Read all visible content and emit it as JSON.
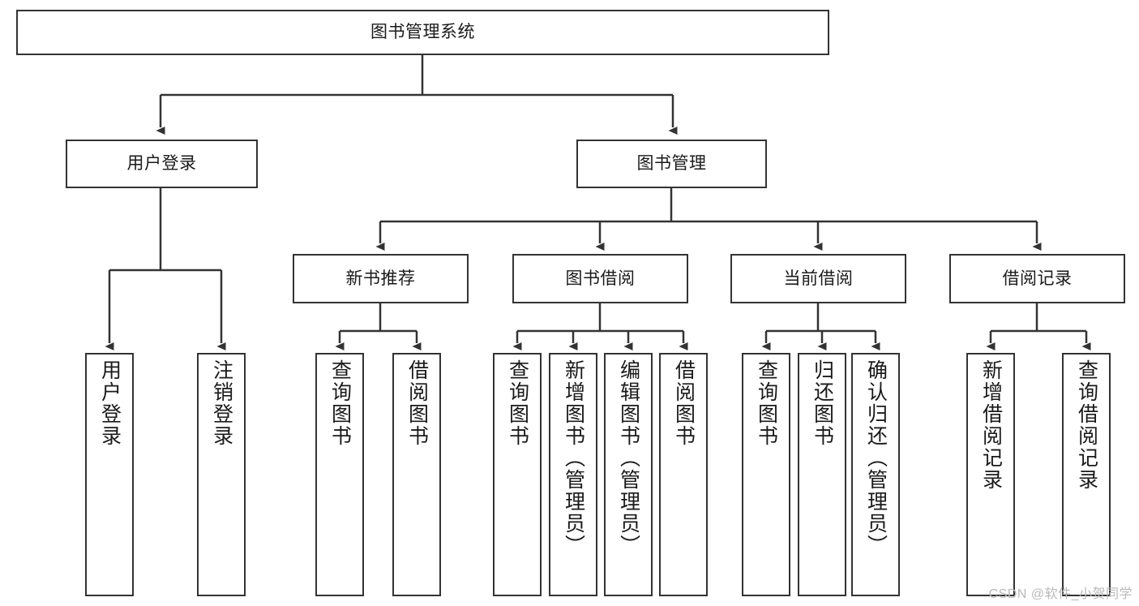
{
  "diagram": {
    "title": "图书管理系统",
    "type": "tree-hierarchy",
    "watermark": "CSDN @软件_小贺同学",
    "colors": {
      "background": "#ffffff",
      "box_border": "#333333",
      "box_fill": "#ffffff",
      "connector": "#333333",
      "text": "#1a1a1a",
      "watermark": "#b9b9b9"
    },
    "nodes": {
      "root": {
        "label": "图书管理系统"
      },
      "level2": [
        {
          "label": "用户登录"
        },
        {
          "label": "图书管理"
        }
      ],
      "level3": [
        {
          "label": "新书推荐"
        },
        {
          "label": "图书借阅"
        },
        {
          "label": "当前借阅"
        },
        {
          "label": "借阅记录"
        }
      ],
      "leaves": {
        "user_login": [
          {
            "label": "用户登录"
          },
          {
            "label": "注销登录"
          }
        ],
        "new_book_recommend": [
          {
            "label": "查询图书"
          },
          {
            "label": "借阅图书"
          }
        ],
        "book_borrow": [
          {
            "label": "查询图书"
          },
          {
            "label": "新增图书（管理员）"
          },
          {
            "label": "编辑图书（管理员）"
          },
          {
            "label": "借阅图书"
          }
        ],
        "current_borrow": [
          {
            "label": "查询图书"
          },
          {
            "label": "归还图书"
          },
          {
            "label": "确认归还（管理员）"
          }
        ],
        "borrow_record": [
          {
            "label": "新增借阅记录"
          },
          {
            "label": "查询借阅记录"
          }
        ]
      }
    }
  }
}
